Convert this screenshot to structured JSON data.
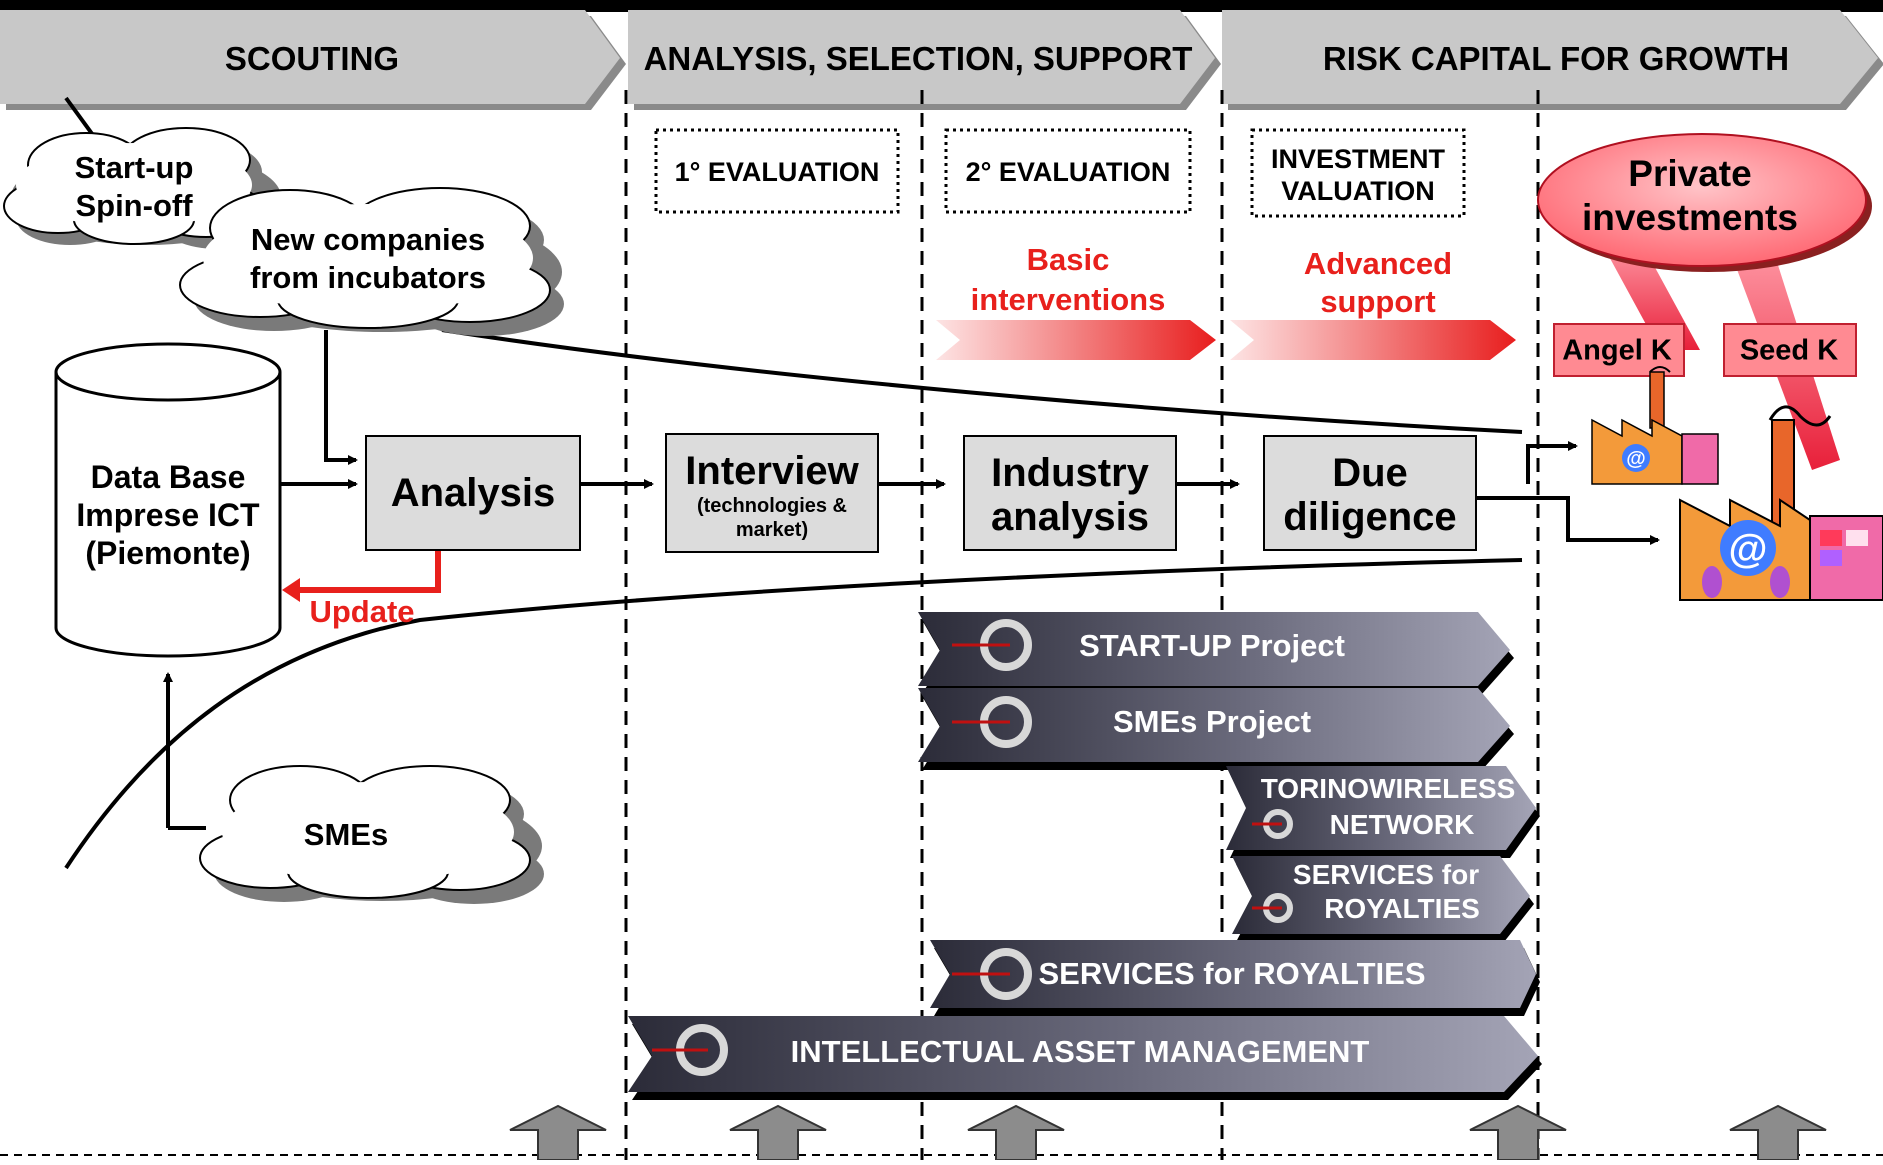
{
  "phases": [
    {
      "label": "SCOUTING"
    },
    {
      "label": "ANALYSIS, SELECTION, SUPPORT"
    },
    {
      "label": "RISK CAPITAL FOR GROWTH"
    }
  ],
  "sources": {
    "startup": [
      "Start-up",
      "Spin-off"
    ],
    "incubators": [
      "New companies",
      "from incubators"
    ],
    "smes": "SMEs"
  },
  "database": [
    "Data Base",
    "Imprese ICT",
    "(Piemonte)"
  ],
  "steps": {
    "analysis": "Analysis",
    "interview": "Interview",
    "interview_sub": [
      "(technologies &",
      "market)"
    ],
    "industry": [
      "Industry",
      "analysis"
    ],
    "due": [
      "Due",
      "diligence"
    ]
  },
  "update_label": "Update",
  "evaluations": [
    {
      "lines": [
        "1° EVALUATION"
      ]
    },
    {
      "lines": [
        "2° EVALUATION"
      ]
    },
    {
      "lines": [
        "INVESTMENT",
        "VALUATION"
      ]
    }
  ],
  "interventions": {
    "basic": [
      "Basic",
      "interventions"
    ],
    "advanced": [
      "Advanced",
      "support"
    ]
  },
  "private": {
    "title": [
      "Private",
      "investments"
    ],
    "angel": "Angel K",
    "seed": "Seed K"
  },
  "projects": {
    "startup": "START-UP Project",
    "smes": "SMEs Project",
    "torinowireless": [
      "TORINOWIRELESS",
      "NETWORK"
    ],
    "services_small": [
      "SERVICES for",
      "ROYALTIES"
    ],
    "services_royalties": "SERVICES for ROYALTIES",
    "iam": "INTELLECTUAL ASSET MANAGEMENT"
  },
  "colors": {
    "accent_red": "#e8201c",
    "phase_gray": "#c8c8c8",
    "box_gray": "#dcdcdc",
    "bar_dark": "#505060"
  }
}
